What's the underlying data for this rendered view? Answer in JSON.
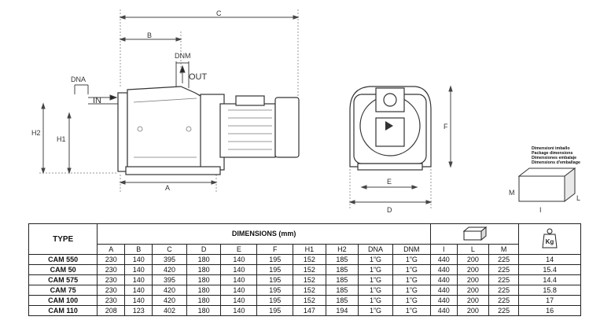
{
  "drawing": {
    "labels": {
      "c": "C",
      "b": "B",
      "dnm": "DNM",
      "out": "OUT",
      "dna": "DNA",
      "in": "IN",
      "h2": "H2",
      "h1": "H1",
      "a": "A",
      "f": "F",
      "e": "E",
      "d": "D"
    }
  },
  "package": {
    "title_lines": [
      "Dimensioni imballo",
      "Package dimensions",
      "Dimensiones embalaje",
      "Dimensions d'emballage"
    ],
    "m": "M",
    "l": "L",
    "i": "I"
  },
  "table": {
    "type_header": "TYPE",
    "dimensions_header": "DIMENSIONS (mm)",
    "columns": [
      "A",
      "B",
      "C",
      "D",
      "E",
      "F",
      "H1",
      "H2",
      "DNA",
      "DNM",
      "I",
      "L",
      "M"
    ],
    "weight_icon_label": "Kg",
    "rows": [
      {
        "type": "CAM 550",
        "values": [
          "230",
          "140",
          "395",
          "180",
          "140",
          "195",
          "152",
          "185",
          "1”G",
          "1”G",
          "440",
          "200",
          "225"
        ],
        "weight": "14"
      },
      {
        "type": "CAM 50",
        "values": [
          "230",
          "140",
          "420",
          "180",
          "140",
          "195",
          "152",
          "185",
          "1”G",
          "1”G",
          "440",
          "200",
          "225"
        ],
        "weight": "15.4"
      },
      {
        "type": "CAM 575",
        "values": [
          "230",
          "140",
          "395",
          "180",
          "140",
          "195",
          "152",
          "185",
          "1”G",
          "1”G",
          "440",
          "200",
          "225"
        ],
        "weight": "14.4"
      },
      {
        "type": "CAM 75",
        "values": [
          "230",
          "140",
          "420",
          "180",
          "140",
          "195",
          "152",
          "185",
          "1”G",
          "1”G",
          "440",
          "200",
          "225"
        ],
        "weight": "15.8"
      },
      {
        "type": "CAM 100",
        "values": [
          "230",
          "140",
          "420",
          "180",
          "140",
          "195",
          "152",
          "185",
          "1”G",
          "1”G",
          "440",
          "200",
          "225"
        ],
        "weight": "17"
      },
      {
        "type": "CAM 110",
        "values": [
          "208",
          "123",
          "402",
          "180",
          "140",
          "195",
          "147",
          "194",
          "1”G",
          "1”G",
          "440",
          "200",
          "225"
        ],
        "weight": "16"
      }
    ]
  }
}
